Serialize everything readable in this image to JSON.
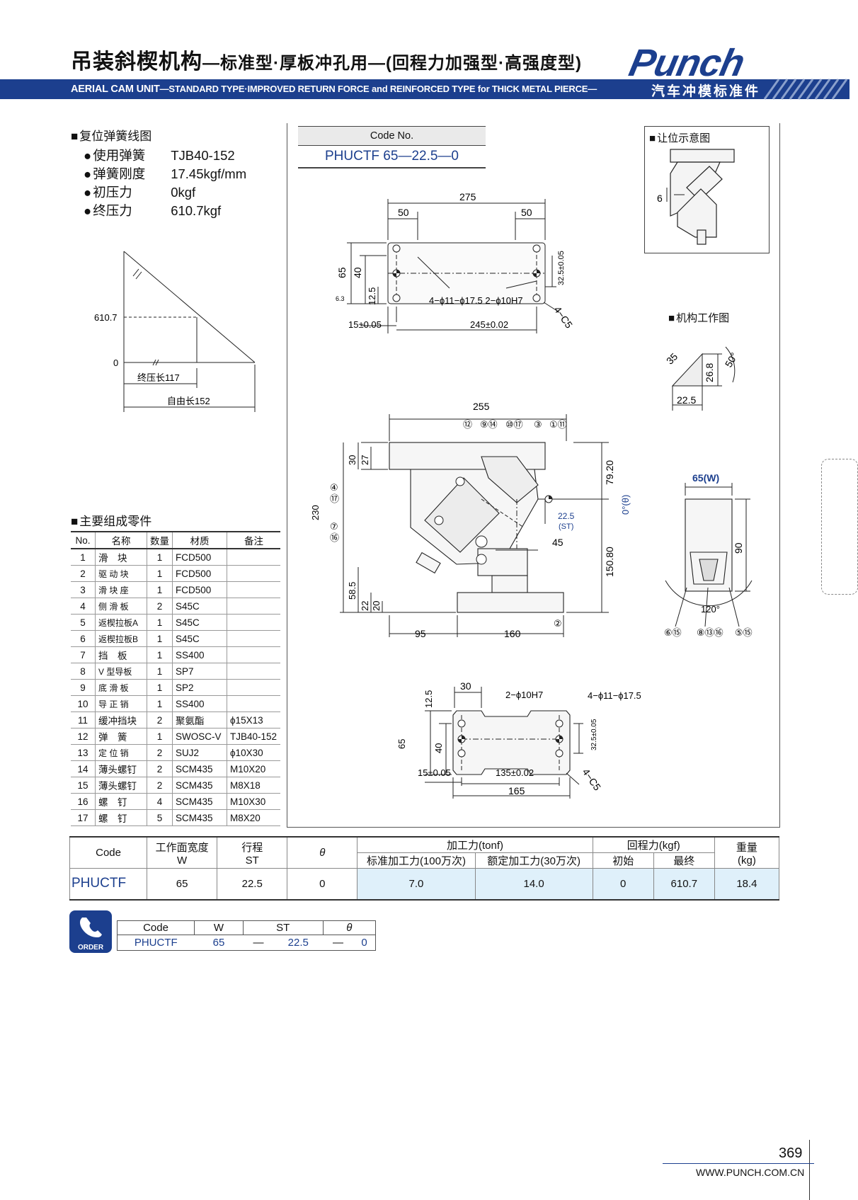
{
  "header": {
    "title_cn": "吊装斜楔机构",
    "title_cn_sub": "—标准型·厚板冲孔用—(回程力加强型·高强度型)",
    "title_en": "AERIAL CAM UNIT",
    "title_en_sub": "—STANDARD TYPE·IMPROVED RETURN FORCE and REINFORCED TYPE for THICK METAL PIERCE—",
    "brand_logo": "Punch",
    "brand_cn": "汽车冲模标准件"
  },
  "spring": {
    "heading": "复位弹簧线图",
    "items": [
      {
        "label": "使用弹簧",
        "value": "TJB40-152"
      },
      {
        "label": "弹簧刚度",
        "value": "17.45kgf/mm"
      },
      {
        "label": "初压力",
        "value": "0kgf"
      },
      {
        "label": "终压力",
        "value": "610.7kgf"
      }
    ],
    "graph": {
      "y_high": "610.7",
      "y_zero": "0",
      "final_len": "终压长117",
      "free_len": "自由长152"
    }
  },
  "parts": {
    "heading": "主要组成零件",
    "columns": [
      "No.",
      "名称",
      "数量",
      "材质",
      "备注"
    ],
    "rows": [
      [
        "1",
        "滑　块",
        "1",
        "FCD500",
        ""
      ],
      [
        "2",
        "驱 动 块",
        "1",
        "FCD500",
        ""
      ],
      [
        "3",
        "滑 块 座",
        "1",
        "FCD500",
        ""
      ],
      [
        "4",
        "侧 滑 板",
        "2",
        "S45C",
        ""
      ],
      [
        "5",
        "返楔拉板A",
        "1",
        "S45C",
        ""
      ],
      [
        "6",
        "返楔拉板B",
        "1",
        "S45C",
        ""
      ],
      [
        "7",
        "挡　板",
        "1",
        "SS400",
        ""
      ],
      [
        "8",
        "V 型导板",
        "1",
        "SP7",
        ""
      ],
      [
        "9",
        "底 滑 板",
        "1",
        "SP2",
        ""
      ],
      [
        "10",
        "导 正 销",
        "1",
        "SS400",
        ""
      ],
      [
        "11",
        "缓冲挡块",
        "2",
        "聚氨酯",
        "ϕ15X13"
      ],
      [
        "12",
        "弹　簧",
        "1",
        "SWOSC-V",
        "TJB40-152"
      ],
      [
        "13",
        "定 位 销",
        "2",
        "SUJ2",
        "ϕ10X30"
      ],
      [
        "14",
        "薄头螺钉",
        "2",
        "SCM435",
        "M10X20"
      ],
      [
        "15",
        "薄头螺钉",
        "2",
        "SCM435",
        "M8X18"
      ],
      [
        "16",
        "螺　钉",
        "4",
        "SCM435",
        "M10X30"
      ],
      [
        "17",
        "螺　钉",
        "5",
        "SCM435",
        "M8X20"
      ]
    ]
  },
  "codebox": {
    "header": "Code No.",
    "value": "PHUCTF 65—22.5—0"
  },
  "drawing": {
    "top_plate": {
      "d275": "275",
      "d50a": "50",
      "d50b": "50",
      "d65": "65",
      "d40": "40",
      "d12_5": "12.5",
      "d32_5": "32.5±0.05",
      "d15": "15±0.05",
      "d245": "245±0.02",
      "holes": "4−ϕ11−ϕ17.5  2−ϕ10H7",
      "chamfer": "4−C5",
      "rough": "6.3"
    },
    "clearance": {
      "heading": "让位示意图",
      "dim": "6"
    },
    "work": {
      "heading": "机构工作图",
      "d35": "35",
      "d26_8": "26.8",
      "d50": "50°",
      "d22_5": "22.5"
    },
    "main": {
      "d255": "255",
      "d30": "30",
      "d27": "27",
      "d230": "230",
      "d58_5": "58.5",
      "d22": "22",
      "d20": "20",
      "d95": "95",
      "d160": "160",
      "d79_2": "79.20",
      "d150_8": "150.80",
      "d45": "45",
      "st": "22.5",
      "st_lbl": "(ST)",
      "theta": "0°(θ)",
      "balloons_top": [
        "⑫",
        "⑨⑭",
        "⑩⑰",
        "③",
        "①⑪"
      ],
      "b4": "④",
      "b17": "⑰",
      "b7": "⑦",
      "b16": "⑯",
      "b2": "②"
    },
    "side": {
      "w_lbl": "65(W)",
      "d90": "90",
      "angle": "120°",
      "balloons": [
        "⑥⑮",
        "⑧⑬⑯",
        "⑤⑮"
      ]
    },
    "bottom_plate": {
      "d30": "30",
      "d12_5": "12.5",
      "d65": "65",
      "d40": "40",
      "d32_5": "32.5±0.05",
      "d15": "15±0.05",
      "d135": "135±0.02",
      "d165": "165",
      "holes_a": "2−ϕ10H7",
      "holes_b": "4−ϕ11−ϕ17.5",
      "chamfer": "4−C5"
    }
  },
  "spec_table": {
    "h_code": "Code",
    "h_w": "工作面宽度",
    "h_w2": "W",
    "h_st": "行程",
    "h_st2": "ST",
    "h_theta": "θ",
    "h_force": "加工力(tonf)",
    "h_force_std": "标准加工力(100万次)",
    "h_force_rated": "额定加工力(30万次)",
    "h_return": "回程力(kgf)",
    "h_return_init": "初始",
    "h_return_final": "最终",
    "h_weight": "重量",
    "h_weight2": "(kg)",
    "code": "PHUCTF",
    "w": "65",
    "st": "22.5",
    "theta": "0",
    "force_std": "7.0",
    "force_rated": "14.0",
    "return_init": "0",
    "return_final": "610.7",
    "weight": "18.4"
  },
  "order": {
    "badge": "ORDER",
    "h_code": "Code",
    "h_w": "W",
    "h_st": "ST",
    "h_theta": "θ",
    "code": "PHUCTF",
    "w": "65",
    "sep1": "—",
    "st": "22.5",
    "sep2": "—",
    "theta": "0"
  },
  "footer": {
    "page": "369",
    "url": "WWW.PUNCH.COM.CN"
  },
  "colors": {
    "brand_blue": "#1c3f8e",
    "highlight": "#dff0fa"
  }
}
